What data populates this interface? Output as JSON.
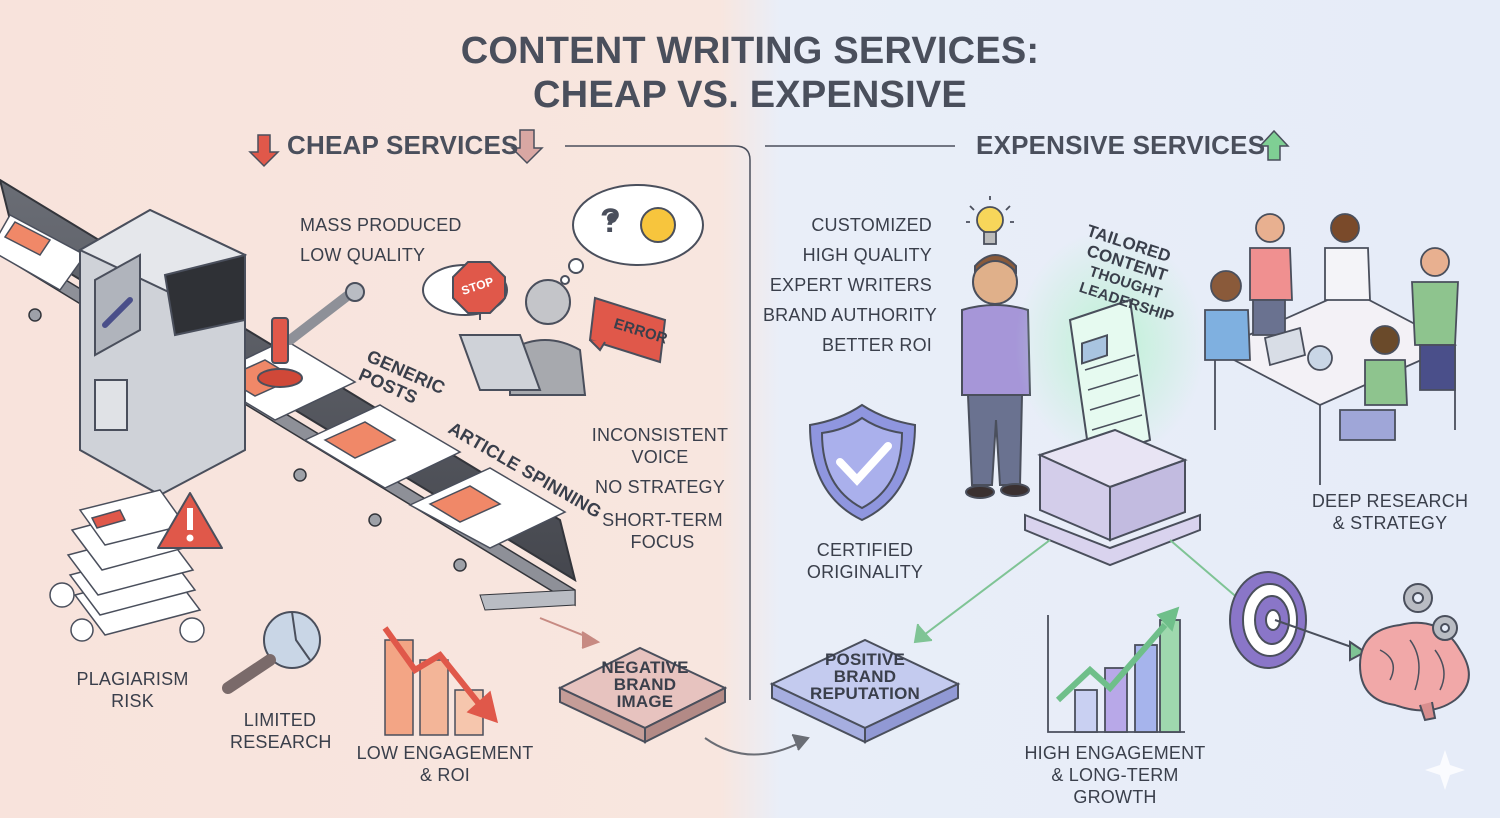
{
  "title": {
    "line1": "CONTENT WRITING SERVICES:",
    "line2": "CHEAP VS. EXPENSIVE"
  },
  "cheap": {
    "header": "CHEAP SERVICES",
    "items": [
      "MASS PRODUCED",
      "LOW QUALITY"
    ],
    "conveyor_label": "GENERIC POSTS",
    "spinning_label": "ARTICLE SPINNING",
    "sign_stop": "STOP",
    "sign_error": "ERROR",
    "issues": [
      "INCONSISTENT VOICE",
      "NO STRATEGY",
      "SHORT-TERM FOCUS"
    ],
    "plagiarism": "PLAGIARISM RISK",
    "research": "LIMITED RESEARCH",
    "engagement": "LOW ENGAGEMENT & ROI",
    "outcome": "NEGATIVE BRAND IMAGE"
  },
  "expensive": {
    "header": "EXPENSIVE SERVICES",
    "items": [
      "CUSTOMIZED",
      "HIGH QUALITY",
      "EXPERT WRITERS",
      "BRAND AUTHORITY",
      "BETTER ROI"
    ],
    "tailored": [
      "TAILORED",
      "CONTENT",
      "THOUGHT",
      "LEADERSHIP"
    ],
    "certified": "CERTIFIED ORIGINALITY",
    "research": "DEEP RESEARCH & STRATEGY",
    "outcome": "POSITIVE BRAND REPUTATION",
    "engagement": "HIGH ENGAGEMENT & LONG-TERM GROWTH"
  },
  "colors": {
    "cheap_accent": "#e0584a",
    "expensive_accent": "#6fbf8a",
    "ink": "#3a3f4b"
  },
  "icons": [
    "down-arrow-icon",
    "up-arrow-icon",
    "warning-icon",
    "lightbulb-icon",
    "shield-check-icon",
    "target-icon",
    "brain-icon",
    "gear-icon",
    "magnifier-icon",
    "line-chart-icon"
  ]
}
